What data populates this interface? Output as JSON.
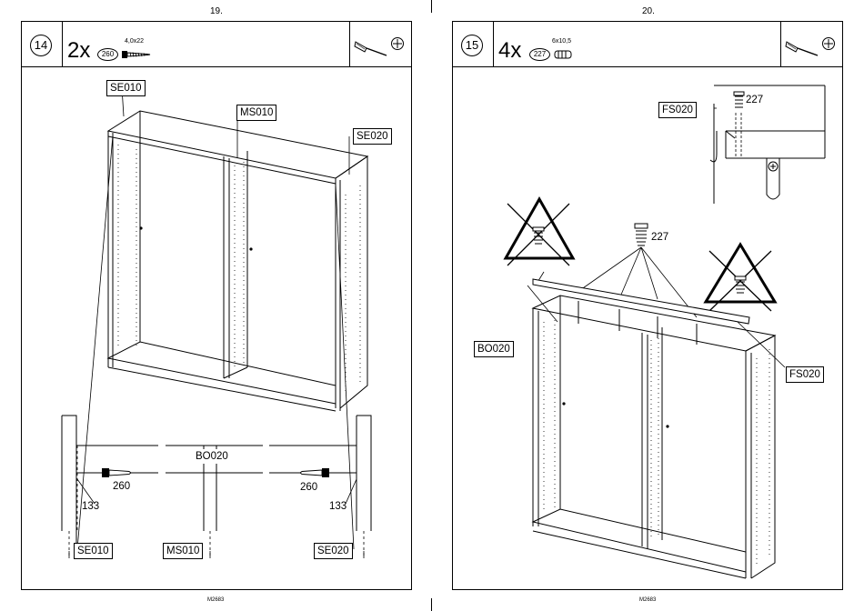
{
  "pages": [
    {
      "page_number": "19.",
      "footer": "M2683",
      "step": "14",
      "quantity": "2x",
      "part_no": "260",
      "part_dims": "4,0x22",
      "labels": {
        "top_left": "SE010",
        "top_middle": "MS010",
        "top_right": "SE020",
        "detail_center": "BO020",
        "bottom_left": "SE010",
        "bottom_middle": "MS010",
        "bottom_right": "SE020"
      },
      "numbers": {
        "screw_left": "260",
        "screw_right": "260",
        "depth_left": "133",
        "depth_right": "133"
      }
    },
    {
      "page_number": "20.",
      "footer": "M2683",
      "step": "15",
      "quantity": "4x",
      "part_no": "227",
      "part_dims": "6x10,5",
      "labels": {
        "top_fs": "FS020",
        "left_bo": "BO020",
        "right_fs": "FS020"
      },
      "numbers": {
        "detail_screw": "227",
        "screws_main": "227"
      }
    }
  ],
  "icons": [
    "screwdriver-icon",
    "phillips-bit-icon",
    "screw-icon",
    "dowel-icon",
    "warning-triangle-icon",
    "prohibited-cross-icon"
  ]
}
